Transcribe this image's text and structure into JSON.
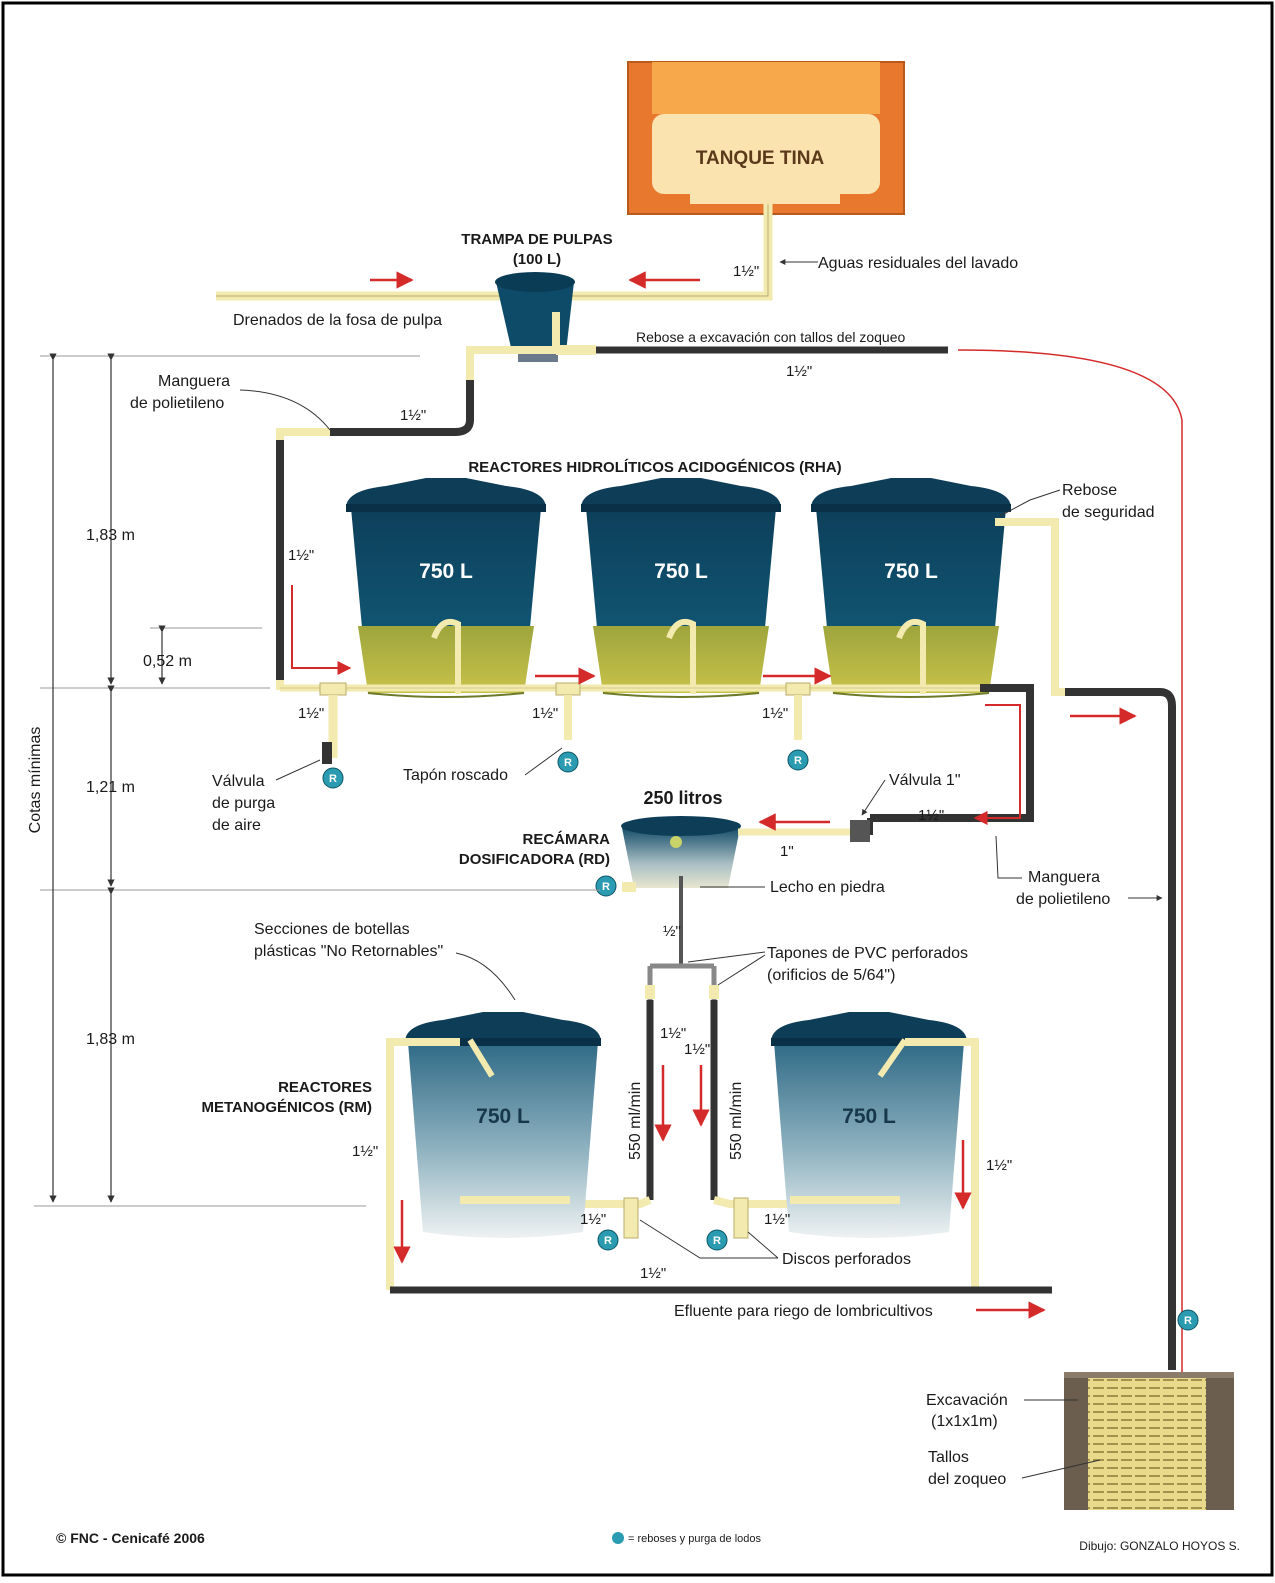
{
  "header": {
    "tanque_tina": "TANQUE TINA",
    "trampa_title": "TRAMPA DE PULPAS",
    "trampa_cap": "(100 L)",
    "aguas_residuales": "Aguas residuales del lavado",
    "drenados": "Drenados de la fosa de pulpa",
    "rebose_excavacion": "Rebose a excavación con tallos del zoqueo"
  },
  "pipe_sizes": {
    "one_half": "1½\"",
    "half": "½\"",
    "one_inch": "1\""
  },
  "rha": {
    "title": "REACTORES HIDROLÍTICOS ACIDOGÉNICOS (RHA)",
    "tank_label": "750 L",
    "manguera": "Manguera",
    "manguera2": "de polietileno",
    "rebose": "Rebose",
    "rebose2": "de seguridad",
    "valvula_purga1": "Válvula",
    "valvula_purga2": "de purga",
    "valvula_purga3": "de aire",
    "tapon": "Tapón roscado"
  },
  "rd": {
    "cap": "250 litros",
    "title1": "RECÁMARA",
    "title2": "DOSIFICADORA (RD)",
    "valvula": "Válvula 1\"",
    "lecho": "Lecho en piedra",
    "manguera1": "Manguera",
    "manguera2": "de polietileno"
  },
  "rm": {
    "title1": "REACTORES",
    "title2": "METANOGÉNICOS (RM)",
    "tank_label": "750 L",
    "secciones1": "Secciones de botellas",
    "secciones2": "plásticas \"No Retornables\"",
    "tapones1": "Tapones de PVC perforados",
    "tapones2": "(orificios de 5/64\")",
    "flow": "550 ml/min",
    "discos": "Discos perforados",
    "efluente": "Efluente para riego de lombricultivos"
  },
  "dimensions": {
    "cotas": "Cotas mínimas",
    "d1": "1,83 m",
    "d2": "0,52 m",
    "d3": "1,21 m",
    "d4": "1,83 m"
  },
  "excavacion": {
    "l1": "Excavación",
    "l2": "(1x1x1m)",
    "l3": "Tallos",
    "l4": "del zoqueo"
  },
  "footer": {
    "copyright": "© FNC - Cenicafé 2006",
    "legend": "= reboses y purga de lodos",
    "credit": "Dibujo: GONZALO HOYOS S.",
    "r_badge": "R"
  },
  "colors": {
    "tank_blue": "#0f4f6e",
    "tank_olive": "#aab43c",
    "pipe_cream": "#f3eab0",
    "pipe_dark": "#2f2f2f",
    "arrow_red": "#d42a2a",
    "orange": "#e8782e",
    "badge": "#2a9bb0"
  }
}
